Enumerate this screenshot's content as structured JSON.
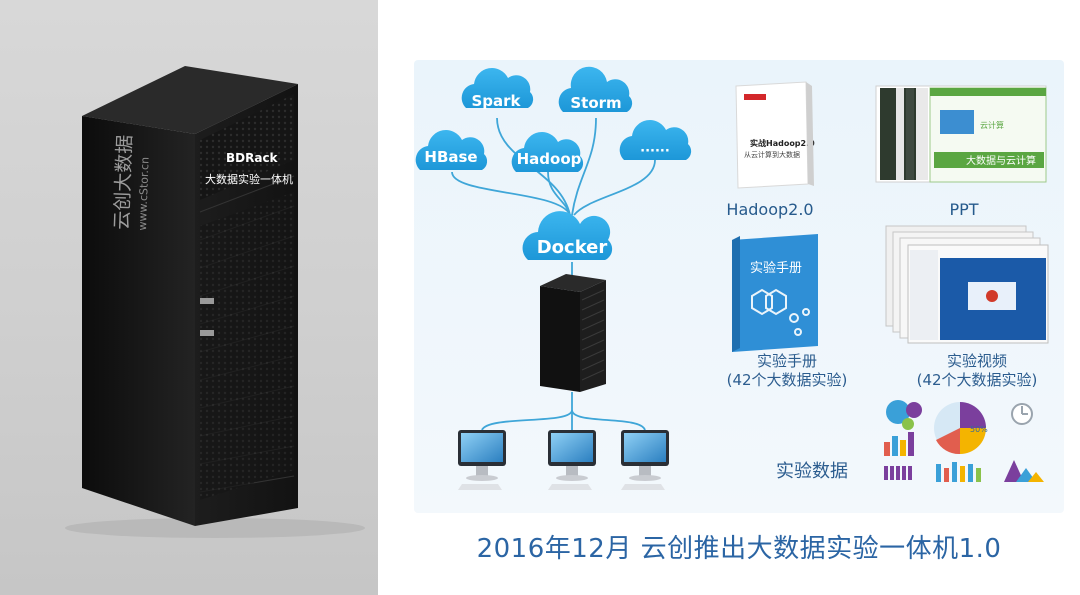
{
  "rack": {
    "brand_label": "BDRack",
    "product_label": "大数据实验一体机",
    "vertical_logo": "云创大数据",
    "vertical_url": "www.cStor.cn"
  },
  "diagram": {
    "clouds": [
      "Spark",
      "Storm",
      "HBase",
      "Hadoop",
      "······"
    ],
    "docker_label": "Docker"
  },
  "resources": {
    "hadoop_book": {
      "caption": "Hadoop2.0",
      "cover_title": "实战Hadoop2.0",
      "cover_subtitle": "从云计算到大数据"
    },
    "ppt": {
      "caption": "PPT",
      "slide_title": "大数据与云计算",
      "slide_small": "云计算"
    },
    "manual": {
      "caption_line1": "实验手册",
      "caption_line2": "(42个大数据实验)",
      "cover_title": "实验手册"
    },
    "video": {
      "caption_line1": "实验视频",
      "caption_line2": "(42个大数据实验)"
    },
    "data": {
      "caption": "实验数据",
      "pie_label": "50%"
    }
  },
  "caption": "2016年12月  云创推出大数据实验一体机1.0",
  "colors": {
    "cloud": "#29a9e8",
    "line": "#3fa6d8",
    "caption": "#2b65a4",
    "rack": "#1a1a1a"
  }
}
